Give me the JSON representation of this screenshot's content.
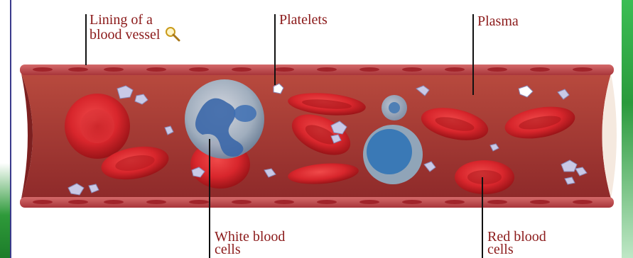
{
  "labels": {
    "lining_line1": "Lining of a",
    "lining_line2": "blood vessel",
    "platelets": "Platelets",
    "plasma": "Plasma",
    "white_line1": "White blood",
    "white_line2": "cells",
    "red_line1": "Red blood",
    "red_line2": "cells"
  },
  "icons": {
    "magnifier": "magnifier-icon"
  },
  "colors": {
    "label_text": "#8b1a1a",
    "vessel_wall": "#c4464a",
    "vessel_interior": "#9d2a2a",
    "red_cell": "#d8262c",
    "white_cell": "#9fb7c9",
    "platelet": "#c9c9e6",
    "frame_border": "#3a3a8c",
    "frame_green": "#2e9a3a"
  }
}
